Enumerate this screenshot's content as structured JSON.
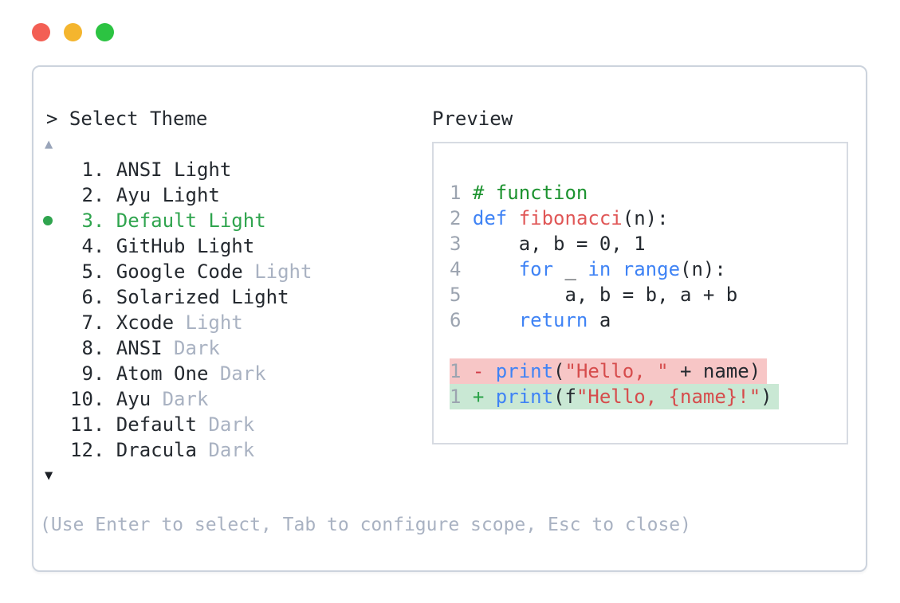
{
  "window": {
    "traffic_lights": [
      {
        "name": "close",
        "color": "#f35f54"
      },
      {
        "name": "minimize",
        "color": "#f4b52e"
      },
      {
        "name": "zoom",
        "color": "#2cc342"
      }
    ]
  },
  "colors": {
    "text": "#24292f",
    "muted": "#a9b2c2",
    "accent_green": "#2fa44e",
    "keyword": "#3f83f5",
    "function_name": "#e05757",
    "string": "#d64c4c",
    "comment": "#1d9330",
    "line_number": "#9ca4b0",
    "removed_bg": "#f7c6c6",
    "added_bg": "#c9e8d4",
    "diff_minus": "#d23b47",
    "diff_plus": "#2aa248",
    "panel_border": "#ccd3dd",
    "preview_border": "#d7dbe2",
    "scroll_up": "#9aa5ba",
    "scroll_down": "#1c2026"
  },
  "theme_picker": {
    "prompt": "> Select Theme",
    "scroll_up_icon": "▲",
    "scroll_down_icon": "▼",
    "items": [
      {
        "num": "1.",
        "name": "ANSI",
        "variant": "Light",
        "variant_muted": false,
        "selected": false
      },
      {
        "num": "2.",
        "name": "Ayu",
        "variant": "Light",
        "variant_muted": false,
        "selected": false
      },
      {
        "num": "3.",
        "name": "Default",
        "variant": "Light",
        "variant_muted": false,
        "selected": true
      },
      {
        "num": "4.",
        "name": "GitHub",
        "variant": "Light",
        "variant_muted": false,
        "selected": false
      },
      {
        "num": "5.",
        "name": "Google Code",
        "variant": "Light",
        "variant_muted": true,
        "selected": false
      },
      {
        "num": "6.",
        "name": "Solarized",
        "variant": "Light",
        "variant_muted": false,
        "selected": false
      },
      {
        "num": "7.",
        "name": "Xcode",
        "variant": "Light",
        "variant_muted": true,
        "selected": false
      },
      {
        "num": "8.",
        "name": "ANSI",
        "variant": "Dark",
        "variant_muted": true,
        "selected": false
      },
      {
        "num": "9.",
        "name": "Atom One",
        "variant": "Dark",
        "variant_muted": true,
        "selected": false
      },
      {
        "num": "10.",
        "name": "Ayu",
        "variant": "Dark",
        "variant_muted": true,
        "selected": false
      },
      {
        "num": "11.",
        "name": "Default",
        "variant": "Dark",
        "variant_muted": true,
        "selected": false
      },
      {
        "num": "12.",
        "name": "Dracula",
        "variant": "Dark",
        "variant_muted": true,
        "selected": false
      }
    ],
    "hint": "(Use Enter to select, Tab to configure scope, Esc to close)"
  },
  "preview": {
    "label": "Preview",
    "code_lines": [
      {
        "num": "1",
        "tokens": [
          {
            "text": "# function",
            "type": "comment"
          }
        ]
      },
      {
        "num": "2",
        "tokens": [
          {
            "text": "def",
            "type": "keyword"
          },
          {
            "text": " ",
            "type": "plain"
          },
          {
            "text": "fibonacci",
            "type": "function"
          },
          {
            "text": "(n):",
            "type": "plain"
          }
        ]
      },
      {
        "num": "3",
        "tokens": [
          {
            "text": "    a, b = 0, 1",
            "type": "plain"
          }
        ]
      },
      {
        "num": "4",
        "tokens": [
          {
            "text": "    ",
            "type": "plain"
          },
          {
            "text": "for",
            "type": "keyword"
          },
          {
            "text": " _ ",
            "type": "plain"
          },
          {
            "text": "in",
            "type": "keyword"
          },
          {
            "text": " ",
            "type": "plain"
          },
          {
            "text": "range",
            "type": "keyword"
          },
          {
            "text": "(n):",
            "type": "plain"
          }
        ]
      },
      {
        "num": "5",
        "tokens": [
          {
            "text": "        a, b = b, a + b",
            "type": "plain"
          }
        ]
      },
      {
        "num": "6",
        "tokens": [
          {
            "text": "    ",
            "type": "plain"
          },
          {
            "text": "return",
            "type": "keyword"
          },
          {
            "text": " a",
            "type": "plain"
          }
        ]
      },
      {
        "num": "",
        "tokens": []
      },
      {
        "num": "1",
        "diff": "removed",
        "sign": "-",
        "tokens": [
          {
            "text": "print",
            "type": "keyword"
          },
          {
            "text": "(",
            "type": "plain"
          },
          {
            "text": "\"Hello, \"",
            "type": "string"
          },
          {
            "text": " + name)",
            "type": "plain"
          }
        ]
      },
      {
        "num": "1",
        "diff": "added",
        "sign": "+",
        "tokens": [
          {
            "text": "print",
            "type": "keyword"
          },
          {
            "text": "(f",
            "type": "plain"
          },
          {
            "text": "\"Hello, {name}!\"",
            "type": "string"
          },
          {
            "text": ")",
            "type": "plain"
          }
        ]
      }
    ]
  }
}
